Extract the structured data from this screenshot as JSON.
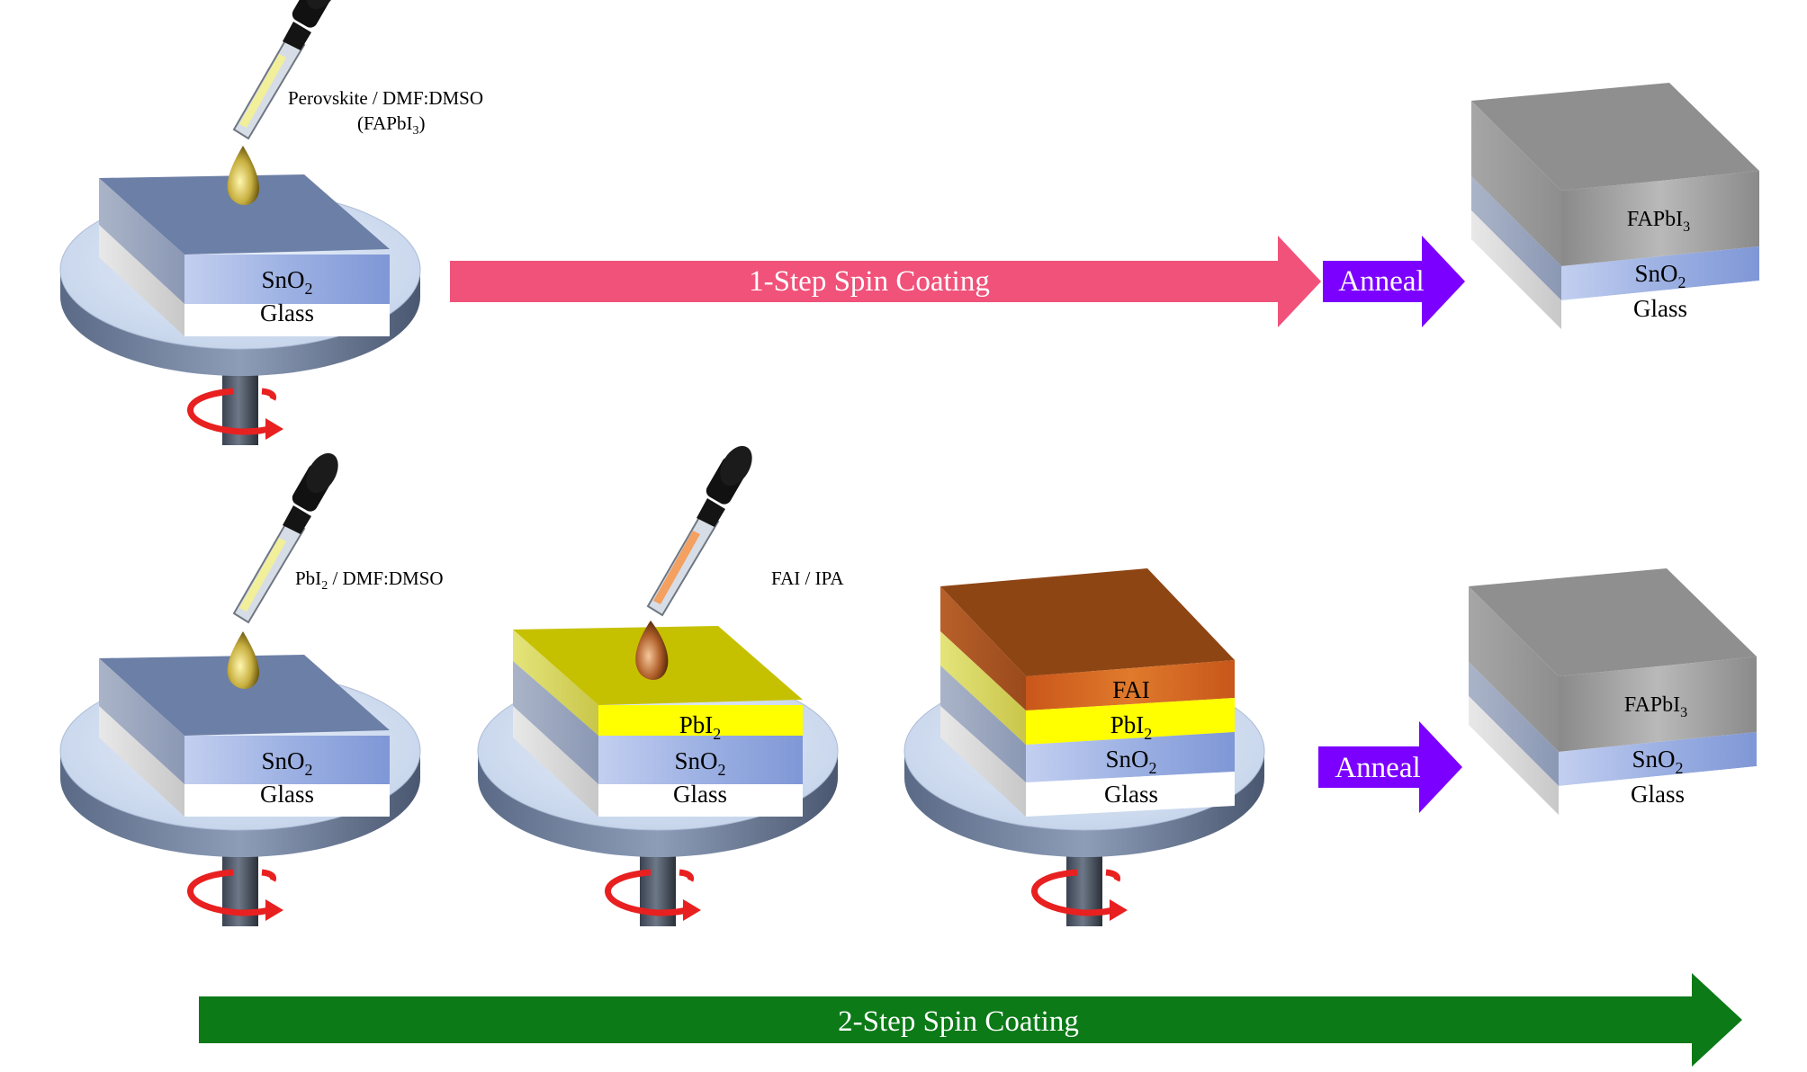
{
  "colors": {
    "glass": "#ffffff",
    "sno2": "#8fa6dc",
    "substrate_top": "#6b7ea6",
    "pbi2": "#ffff00",
    "pbi2_top": "#c6c100",
    "fai": "#d76a1a",
    "fai_top": "#8e4514",
    "fapbi3": "#8c8c8c",
    "fapbi3_top": "#8f8f8f",
    "step1_arrow": "#f0527a",
    "step2_arrow": "#0b7a17",
    "anneal_arrow": "#7b00ff",
    "rotation": "#e82020",
    "spinner": "#cfdcf0"
  },
  "row1": {
    "solution": [
      "Perovskite / DMF:DMSO",
      "(FAPbI",
      "3",
      ")"
    ],
    "arrow_label": "1-Step Spin Coating",
    "anneal_label": "Anneal",
    "substrate": {
      "sno2": [
        "SnO",
        "2"
      ],
      "glass": "Glass"
    },
    "product": {
      "fapbi3": [
        "FAPbI",
        "3"
      ],
      "sno2": [
        "SnO",
        "2"
      ],
      "glass": "Glass"
    }
  },
  "row2": {
    "solution1": [
      "PbI",
      "2",
      " / DMF:DMSO"
    ],
    "solution2": "FAI / IPA",
    "arrow_label": "2-Step Spin Coating",
    "anneal_label": "Anneal",
    "sub1": {
      "sno2": [
        "SnO",
        "2"
      ],
      "glass": "Glass"
    },
    "sub2": {
      "pbi2": [
        "PbI",
        "2"
      ],
      "sno2": [
        "SnO",
        "2"
      ],
      "glass": "Glass"
    },
    "sub3": {
      "fai": "FAI",
      "pbi2": [
        "PbI",
        "2"
      ],
      "sno2": [
        "SnO",
        "2"
      ],
      "glass": "Glass"
    },
    "product": {
      "fapbi3": [
        "FAPbI",
        "3"
      ],
      "sno2": [
        "SnO",
        "2"
      ],
      "glass": "Glass"
    }
  }
}
